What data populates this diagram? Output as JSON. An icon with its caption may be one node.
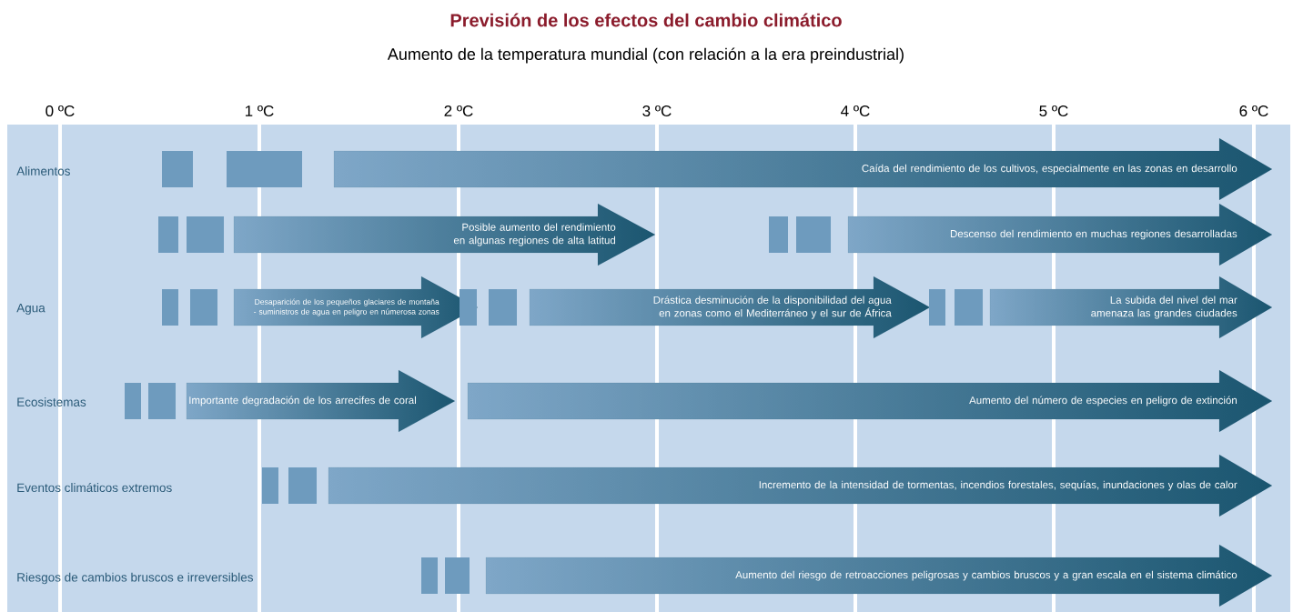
{
  "diagram": {
    "title": "Previsión de los efectos del cambio climático",
    "nodes": [
      {
        "text": [
          "Caída del rendimiento de los cultivos, especialmente en las zonas en desarrollo"
        ]
      },
      {
        "text": [
          "Posible aumento del rendimiento en algunas regiones de alta latitud"
        ]
      },
      {
        "text": [
          "Descenso del rendimiento en muchas regiones desarrolladas"
        ]
      },
      {
        "text": [
          "Desaparición de los pequeños glaciares de montaña - suministros de agua en peligro en númerosa zonas"
        ]
      },
      {
        "text": [
          "Drástica desminución de la disponibilidad del agua en zonas como el Mediterráneo y el sur de África"
        ]
      },
      {
        "text": [
          "La subida del nivel del mar amenaza las grandes ciudades"
        ]
      },
      {
        "text": [
          "Importante degradación de los arrecifes de coral"
        ]
      },
      {
        "text": [
          "Aumento del número de especies en peligro de extinción"
        ]
      },
      {
        "text": [
          "Incremento de la intensidad de tormentas,  incendios forestales,  sequías,  inundaciones y olas de calor"
        ]
      },
      {
        "text": [
          "Aumento del riesgo de retroacciones peligrosas y cambios bruscos y a gran escala en el sistema climático"
        ]
      }
    ],
    "labels": [
      "Aumento de la temperatura mundial (con relación a la era preindustrial)",
      "0 ºC",
      "1 ºC",
      "2 ºC",
      "3 ºC",
      "4 ºC",
      "5 ºC",
      "6 ºC",
      "Alimentos",
      "Agua",
      "Ecosistemas",
      "Eventos climáticos extremos",
      "Riesgos de cambios bruscos e irreversibles"
    ]
  }
}
